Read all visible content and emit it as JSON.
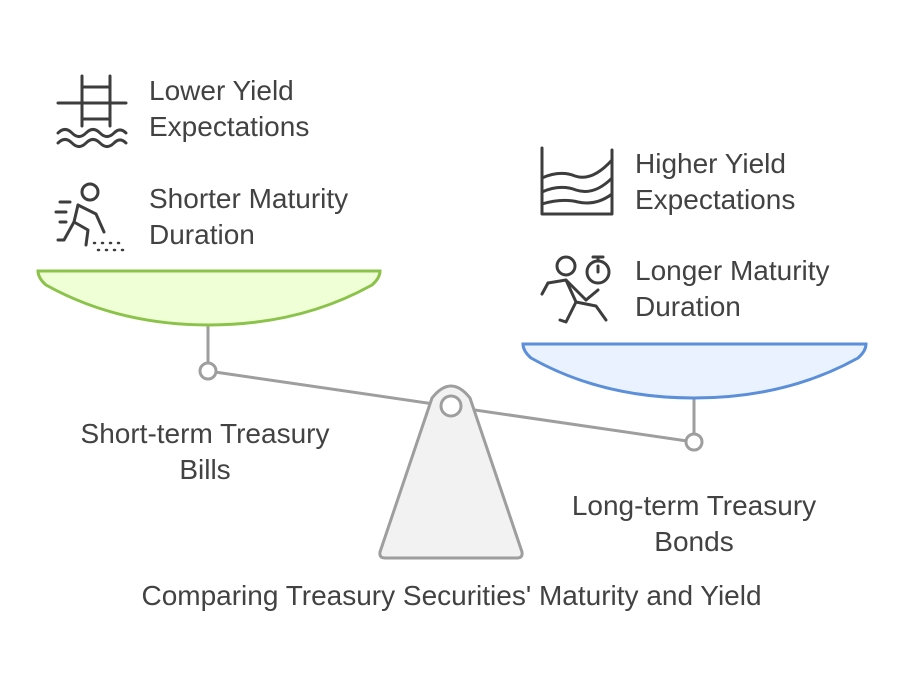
{
  "left_pan": {
    "label_line1": "Short-term Treasury",
    "label_line2": "Bills",
    "items": [
      {
        "line1": "Lower Yield",
        "line2": "Expectations",
        "icon": "ladder-water-icon"
      },
      {
        "line1": "Shorter Maturity",
        "line2": "Duration",
        "icon": "sprinter-start-icon"
      }
    ],
    "color": "#8bc34a",
    "fill": "#efffd6"
  },
  "right_pan": {
    "label_line1": "Long-term Treasury",
    "label_line2": "Bonds",
    "items": [
      {
        "line1": "Higher Yield",
        "line2": "Expectations",
        "icon": "rising-curves-icon"
      },
      {
        "line1": "Longer Maturity",
        "line2": "Duration",
        "icon": "runner-stopwatch-icon"
      }
    ],
    "color": "#5b8fd9",
    "fill": "#eaf2ff"
  },
  "title": "Comparing Treasury Securities' Maturity and Yield"
}
